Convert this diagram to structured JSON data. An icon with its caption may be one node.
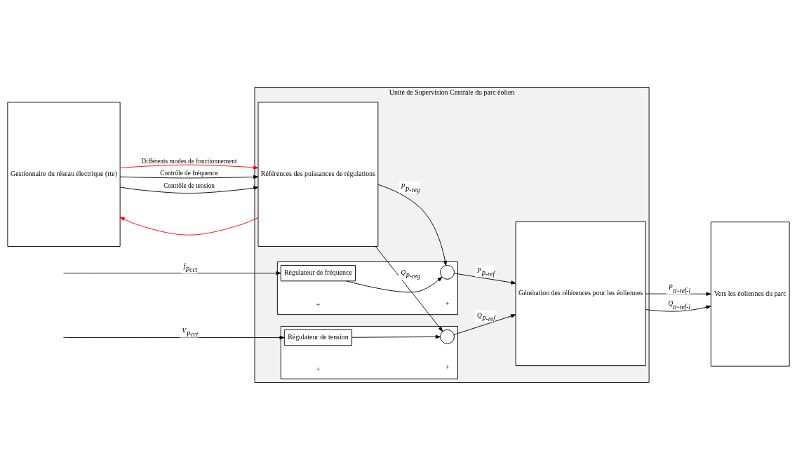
{
  "diagram": {
    "nodes": [
      {
        "text": [
          "Gestionnaire du réseau électrique (rte)"
        ]
      },
      {
        "text": [
          "Unité de Supervision Centrale du parc éolien"
        ]
      },
      {
        "text": [
          "Références des puissances de régulations"
        ],
        "in": 1
      },
      {
        "text": [],
        "shape": "box",
        "in": 1
      },
      {
        "text": [],
        "shape": "circle",
        "in": 3
      },
      {
        "text": [
          "Régulateur de fréquence"
        ],
        "in": 3
      },
      {
        "text": [],
        "shape": "box",
        "in": 1
      },
      {
        "text": [],
        "shape": "circle",
        "in": 6
      },
      {
        "text": [
          "Régulateur de tension"
        ],
        "in": 6
      },
      {
        "text": [
          "Génération des références pour les éoliennes"
        ],
        "in": 1
      },
      {
        "text": [
          "Vers les éoliennes du parc"
        ]
      }
    ],
    "edges": [
      {
        "from": 0,
        "to": 2,
        "arrow": "to",
        "color": "#ff0000",
        "label": "Différents modes de fonctionnement"
      },
      {
        "from": 2,
        "to": 0,
        "arrow": "to",
        "color": "#ff0000"
      },
      {
        "from": 0,
        "to": 2,
        "arrow": "to",
        "label": "Contrôle de fréquence"
      },
      {
        "from": 0,
        "to": 2,
        "arrow": "to",
        "label": "Contrôle de tension"
      },
      {
        "from": 2,
        "to": 4,
        "arrow": "to",
        "label": "P$_{P-reg}$"
      },
      {
        "from": 5,
        "to": 4,
        "arrow": "to"
      },
      {
        "from": 4,
        "to": 9,
        "arrow": "to",
        "label": "P$_{P-ref}$"
      },
      {
        "from": 9,
        "to": 10,
        "arrow": "to",
        "label": "P$_{tr-ref-i}$"
      },
      {
        "from": null,
        "to": 5,
        "arrow": "to",
        "label": "f$_{Pcct}$"
      },
      {
        "from": 2,
        "to": 7,
        "arrow": "to",
        "label": "Q$_{P-reg}$"
      },
      {
        "from": 8,
        "to": 7,
        "arrow": "to"
      },
      {
        "from": 7,
        "to": 9,
        "arrow": "to",
        "label": "Q$_{P-ref}$"
      },
      {
        "from": 9,
        "to": 10,
        "arrow": "to",
        "label": "Q$_{tr-ref-i}$"
      },
      {
        "from": null,
        "to": 8,
        "arrow": "to",
        "label": "V$_{Pcct}$"
      }
    ],
    "labels": [
      "+",
      "+",
      "+",
      "+"
    ]
  }
}
